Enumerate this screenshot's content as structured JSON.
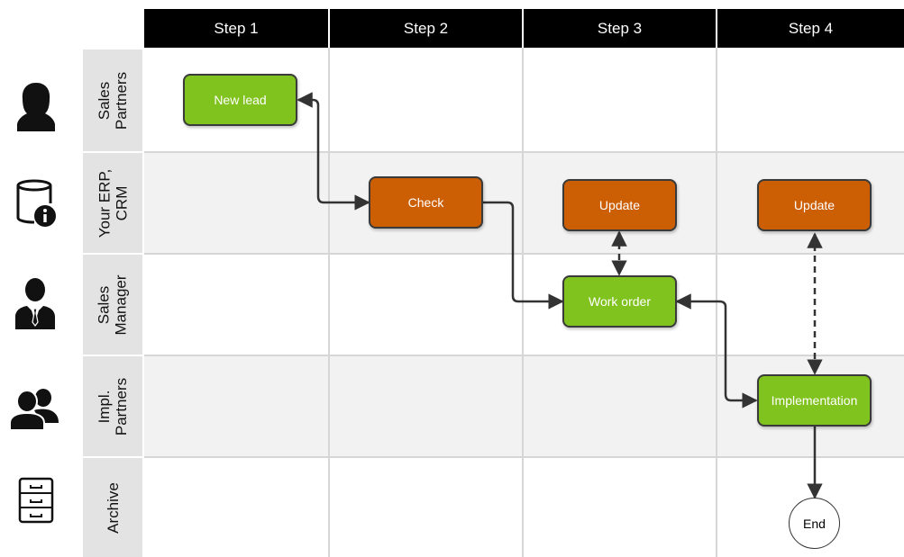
{
  "steps": [
    "Step 1",
    "Step 2",
    "Step 3",
    "Step 4"
  ],
  "lanes": [
    {
      "label": "Sales\nPartners",
      "icon": "woman-user-icon"
    },
    {
      "label": "Your ERP,\nCRM",
      "icon": "database-info-icon"
    },
    {
      "label": "Sales\nManager",
      "icon": "businessman-icon"
    },
    {
      "label": "Impl.\nPartners",
      "icon": "user-group-icon"
    },
    {
      "label": "Archive",
      "icon": "file-cabinet-icon"
    }
  ],
  "nodes": {
    "new_lead": "New lead",
    "check": "Check",
    "update_step3": "Update",
    "update_step4": "Update",
    "work_order": "Work order",
    "implementation": "Implementation",
    "end": "End"
  },
  "colors": {
    "task_green": "#80c21e",
    "task_orange": "#cc5e04",
    "header_black": "#000000",
    "lane_shade": "#f2f2f2",
    "label_gray": "#e3e3e3"
  }
}
